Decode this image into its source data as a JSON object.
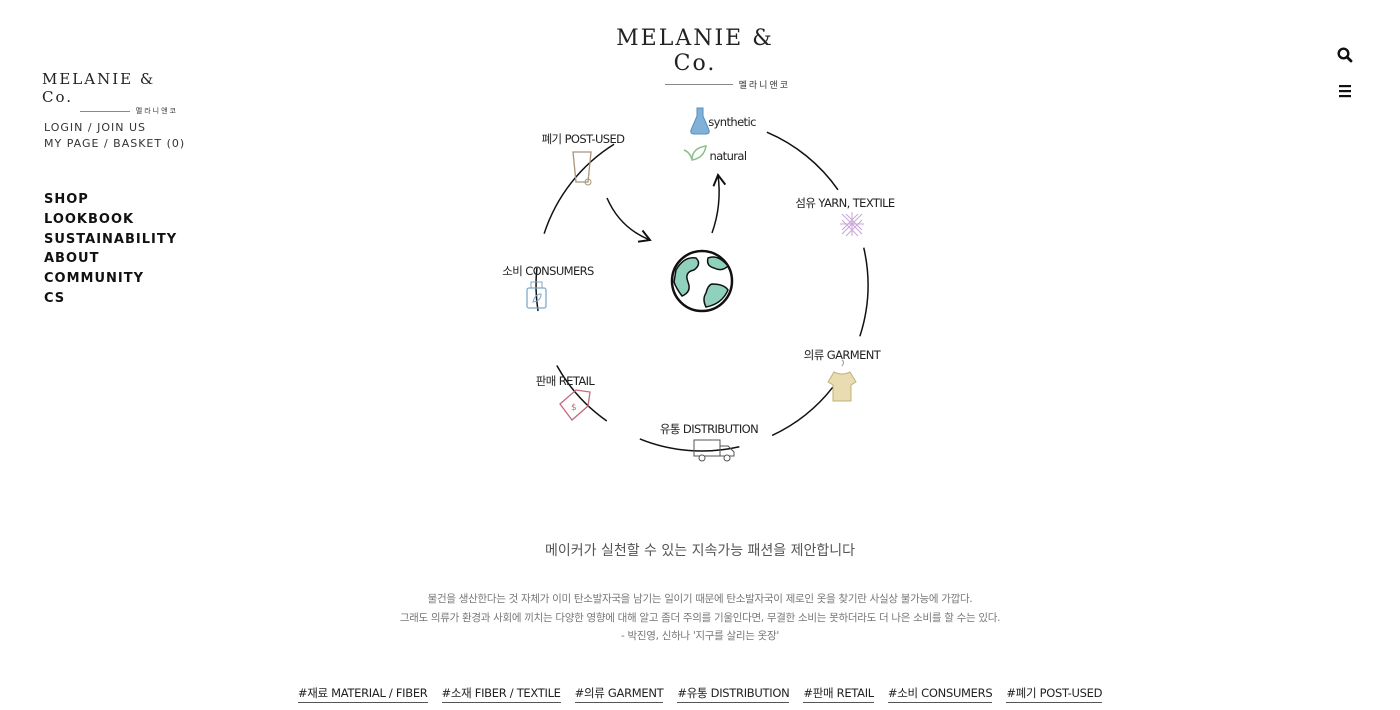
{
  "brand": {
    "name": "MELANIE & Co.",
    "korean": "멜라니앤코"
  },
  "util_links": {
    "login": "LOGIN / JOIN US",
    "mypage": "MY PAGE / BASKET (0)"
  },
  "nav": [
    "SHOP",
    "LOOKBOOK",
    "SUSTAINABILITY",
    "ABOUT",
    "COMMUNITY",
    "CS"
  ],
  "icons": {
    "search": "search-icon",
    "menu": "hamburger-menu-icon"
  },
  "diagram": {
    "center": "globe",
    "nodes": {
      "synthetic": "synthetic",
      "natural": "natural",
      "yarn": "섬유 YARN, TEXTILE",
      "garment": "의류 GARMENT",
      "distribution": "유통 DISTRIBUTION",
      "retail": "판매 RETAIL",
      "consumers": "소비 CONSUMERS",
      "postused": "폐기 POST-USED"
    },
    "colors": {
      "globe_land": "#8fd1bd",
      "flask": "#7fb1d9",
      "leaf": "#8cbf8c",
      "yarn": "#c9a6d8",
      "shirt": "#e8dcb0",
      "tag": "#c26a7e",
      "bag": "#7fa8c9",
      "cup": "#a8957a"
    }
  },
  "headline": "메이커가 실천할 수 있는 지속가능 패션을 제안합니다",
  "quote": [
    "물건을 생산한다는 것 자체가 이미 탄소발자국을 남기는 일이기 때문에 탄소발자국이 제로인 옷을 찾기란 사실상 불가능에 가깝다.",
    "그래도 의류가 환경과 사회에 끼치는 다양한 영향에 대해 알고 좀더 주의를 기울인다면, 무결한 소비는 못하더라도 더 나은 소비를 할 수는 있다.",
    "- 박진영, 신하나 '지구를 살리는 옷장'"
  ],
  "tags": [
    "#재료 MATERIAL / FIBER",
    "#소재 FIBER / TEXTILE",
    "#의류 GARMENT",
    "#유통 DISTRIBUTION",
    "#판매 RETAIL",
    "#소비 CONSUMERS",
    "#폐기 POST-USED"
  ]
}
